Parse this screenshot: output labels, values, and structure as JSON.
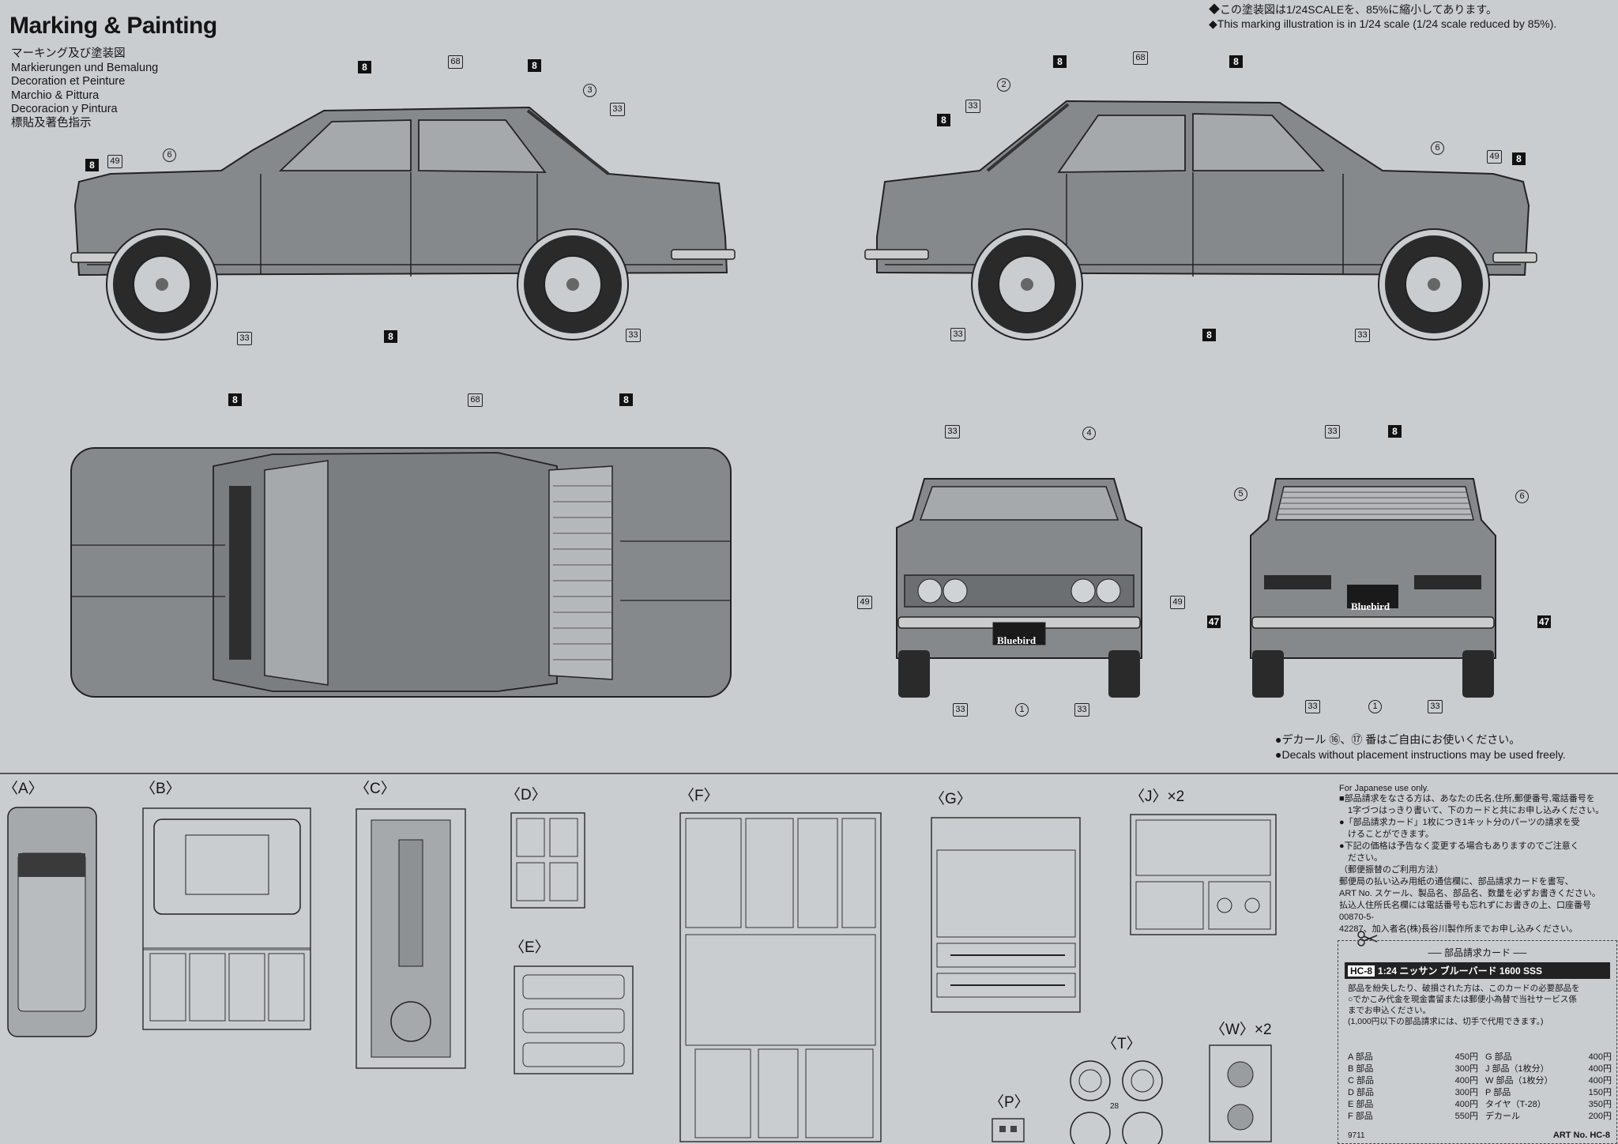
{
  "header": {
    "title": "Marking & Painting",
    "languages": [
      "マーキング及び塗装図",
      "Markierungen und Bemalung",
      "Decoration et Peinture",
      "Marchio & Pittura",
      "Decoracion y Pintura",
      "標貼及著色指示"
    ],
    "scale_note_jp": "◆この塗装図は1/24SCALEを、85%に縮小してあります。",
    "scale_note_en": "◆This marking illustration is in 1/24 scale (1/24 scale reduced by 85%)."
  },
  "decal_note": {
    "jp": "●デカール ⑯、⑰ 番はご自由にお使いください。",
    "en": "●Decals without placement instructions may be used freely."
  },
  "plate_text": "Bluebird",
  "callouts": {
    "n8": "8",
    "n68": "68",
    "n33": "33",
    "n49": "49",
    "n47": "47",
    "n6": "6",
    "n3": "3",
    "n2": "2",
    "n4": "4",
    "n5": "5",
    "n1": "1"
  },
  "sprues": {
    "A": "〈A〉",
    "B": "〈B〉",
    "C": "〈C〉",
    "D": "〈D〉",
    "E": "〈E〉",
    "F": "〈F〉",
    "G": "〈G〉",
    "J": "〈J〉×2",
    "T": "〈T〉",
    "P": "〈P〉",
    "W": "〈W〉×2",
    "t_num": "28"
  },
  "order_info": {
    "heading": "For Japanese use only.",
    "lines": [
      "■部品請求をなさる方は、あなたの氏名,住所,郵便番号,電話番号を",
      "　1字づつはっきり書いて、下のカードと共にお申し込みください。",
      "●「部品請求カード」1枚につき1キット分のパーツの請求を受",
      "　けることができます。",
      "●下記の価格は予告なく変更する場合もありますのでご注意く",
      "　ださい。",
      "（郵便振替のご利用方法）",
      "郵便局の払い込み用紙の通信欄に、部品請求カードを書写、",
      "ART No. スケール、製品名、部品名、数量を必ずお書きください。",
      "払込人住所氏名欄には電話番号も忘れずにお書きの上、口座番号00870-5-",
      "42287、加入者名(株)長谷川製作所までお申し込みください。"
    ],
    "card_title": "── 部品請求カード ──",
    "model_tag": "HC-8",
    "model_line": "1:24 ニッサン ブルーバード 1600 SSS",
    "card_lines": [
      "部品を紛失したり、破損された方は、このカードの必要部品を",
      "○でかこみ代金を現金書留または郵便小為替で当社サービス係",
      "までお申込ください。",
      "(1,000円以下の部品請求には、切手で代用できます。)"
    ],
    "prices_left": [
      {
        "part": "A 部品",
        "price": "450円"
      },
      {
        "part": "B 部品",
        "price": "300円"
      },
      {
        "part": "C 部品",
        "price": "400円"
      },
      {
        "part": "D 部品",
        "price": "300円"
      },
      {
        "part": "E 部品",
        "price": "400円"
      },
      {
        "part": "F 部品",
        "price": "550円"
      }
    ],
    "prices_right": [
      {
        "part": "G 部品",
        "price": "400円"
      },
      {
        "part": "J 部品（1枚分）",
        "price": "400円"
      },
      {
        "part": "W 部品（1枚分）",
        "price": "400円"
      },
      {
        "part": "P 部品",
        "price": "150円"
      },
      {
        "part": "タイヤ（T-28）",
        "price": "350円"
      },
      {
        "part": "デカール",
        "price": "200円"
      }
    ],
    "code": "9711",
    "art_no": "ART No. HC-8"
  }
}
